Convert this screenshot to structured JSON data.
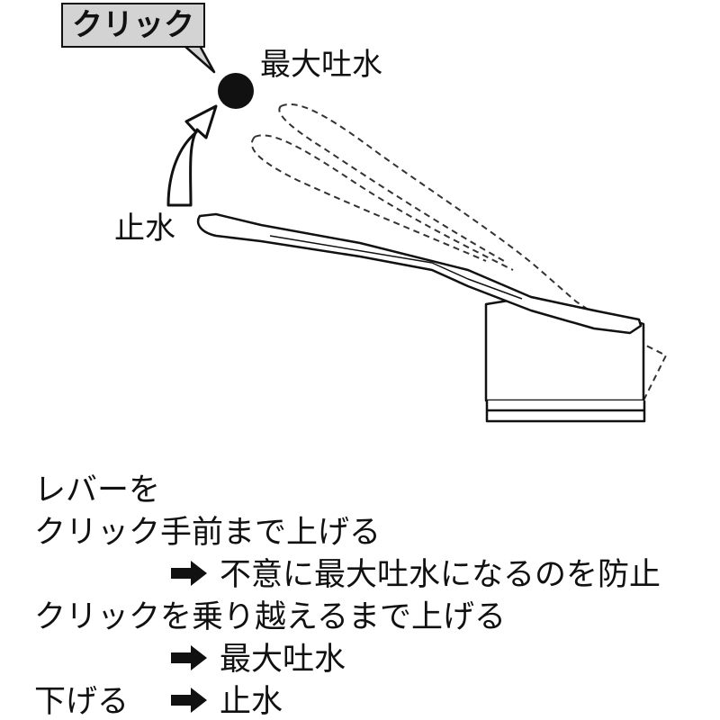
{
  "diagram": {
    "callout": "クリック",
    "label_max": "最大吐水",
    "label_stop": "止水"
  },
  "instructions": {
    "line1": "レバーを",
    "line2": "クリック手前まで上げる",
    "line3": "不意に最大吐水になるのを防止",
    "line4": "クリックを乗り越えるまで上げる",
    "line5": "最大吐水",
    "line6a": "下げる",
    "line6b": "止水"
  },
  "icons": {
    "result": "right-arrow-icon"
  },
  "colors": {
    "callout_fill": "#d3d3d3",
    "ink": "#111111"
  }
}
